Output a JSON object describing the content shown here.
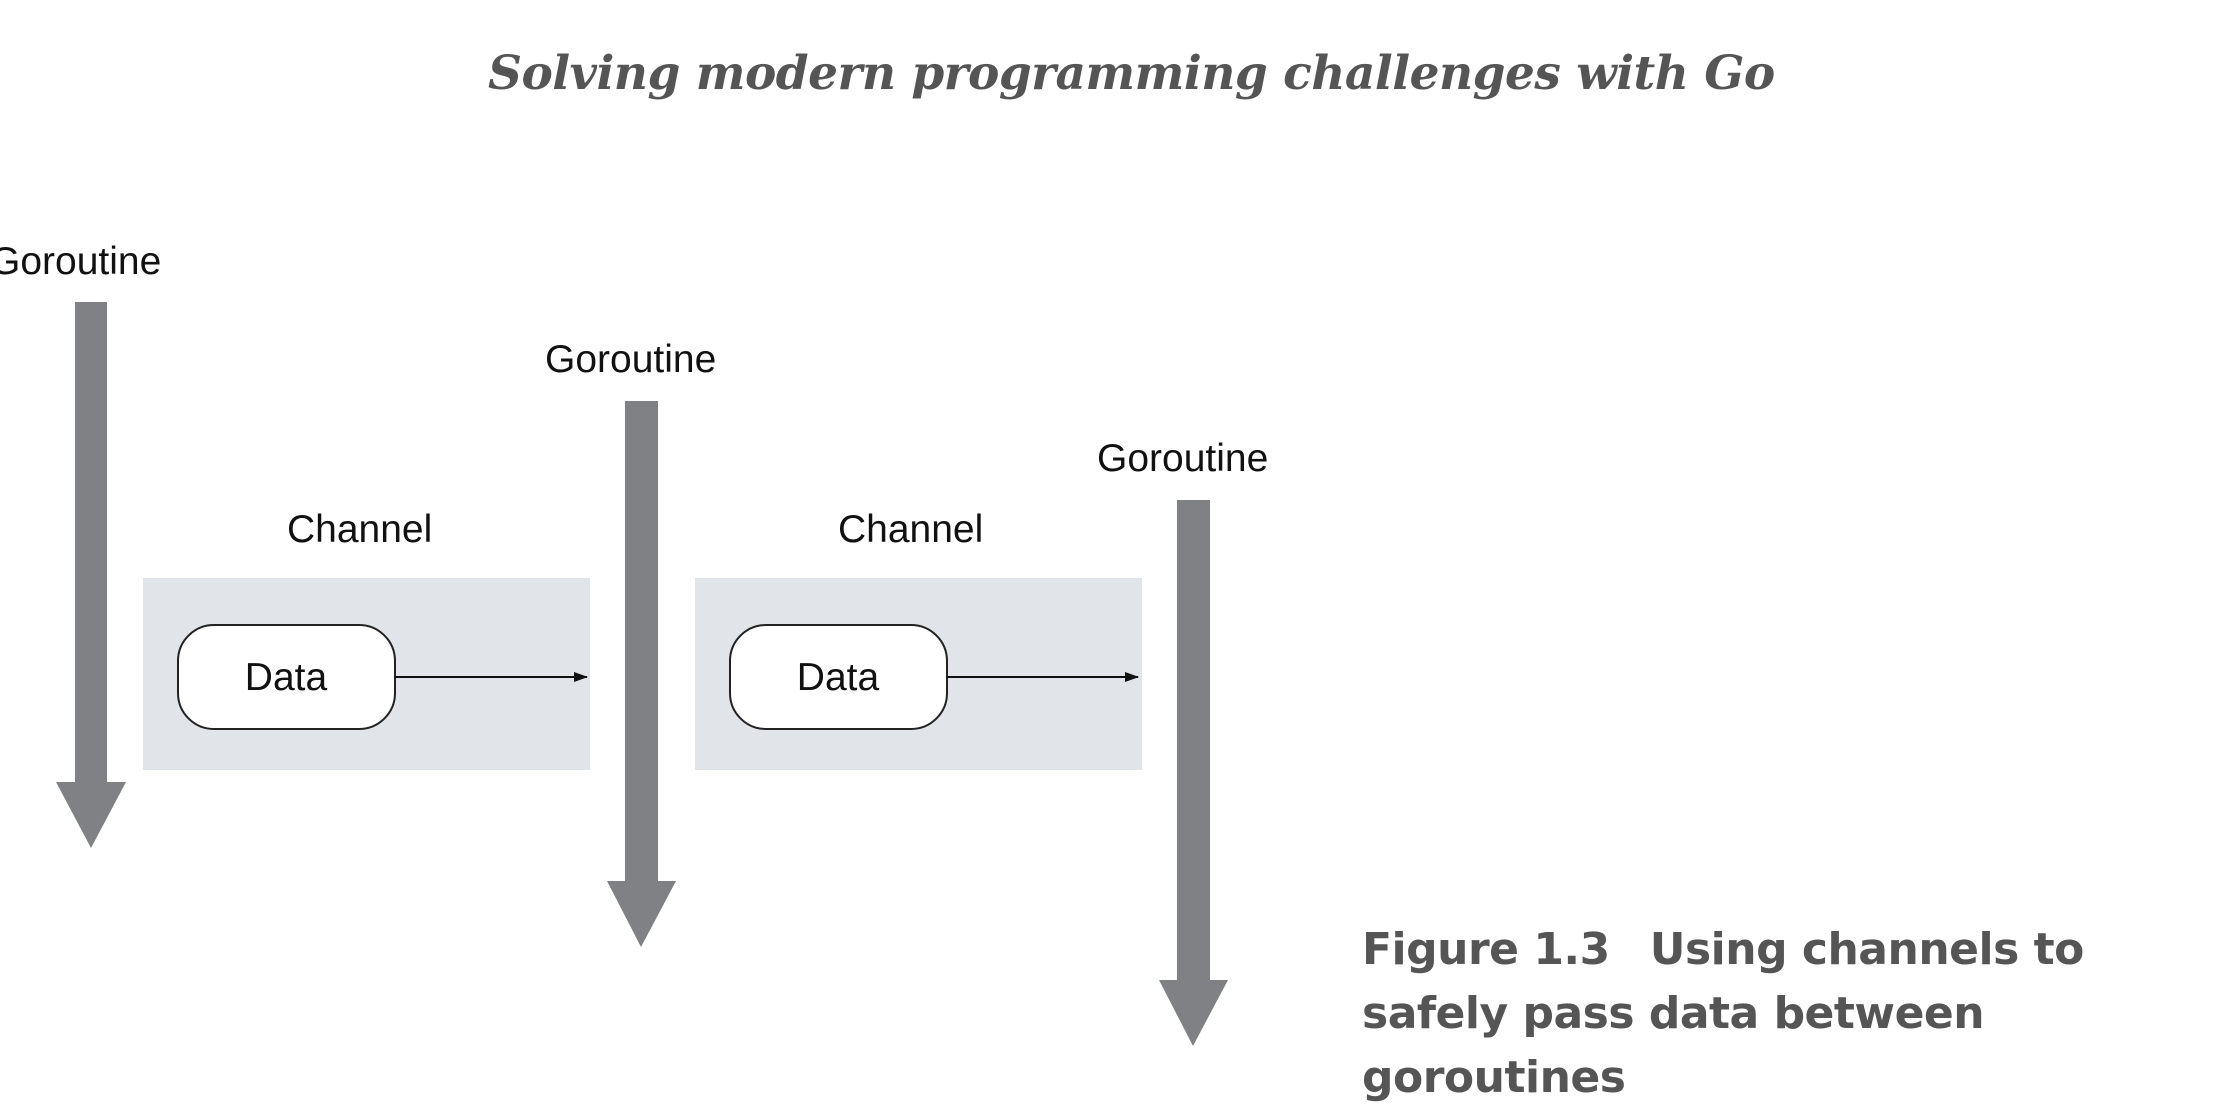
{
  "header": {
    "title": "Solving modern programming challenges with Go"
  },
  "diagram": {
    "goroutines": [
      {
        "label": "Goroutine"
      },
      {
        "label": "Goroutine"
      },
      {
        "label": "Goroutine"
      }
    ],
    "channels": [
      {
        "label": "Channel",
        "item": "Data"
      },
      {
        "label": "Channel",
        "item": "Data"
      }
    ]
  },
  "caption": {
    "number": "Figure 1.3",
    "text": "Using channels to safely pass data between goroutines"
  },
  "colors": {
    "arrow": "#808184",
    "channel_bg": "#e1e5ea",
    "title": "#555555",
    "caption": "#555555"
  }
}
